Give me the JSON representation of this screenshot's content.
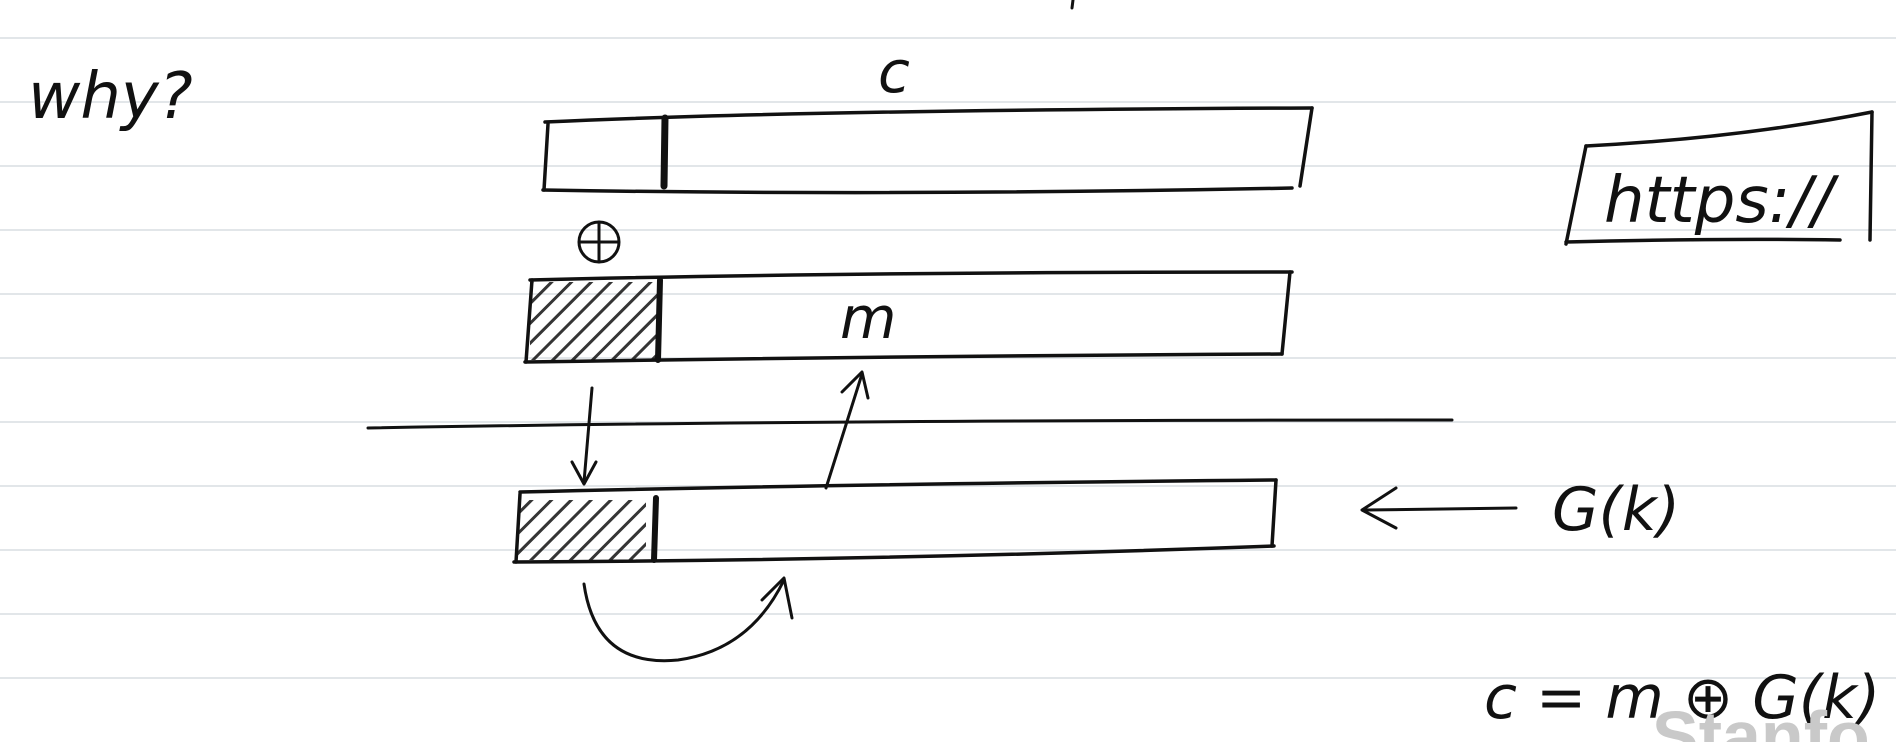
{
  "note": {
    "question": "why?",
    "label_top_bar": "c",
    "label_xor": "⊕",
    "label_middle_bar": "m",
    "label_url": "https://",
    "label_generator": "G(k)",
    "equation": "c = m ⊕ G(k)",
    "watermark": "Stanfo"
  },
  "colors": {
    "ink": "#111111",
    "ruled_lines": "#d9dde2",
    "background": "#ffffff"
  }
}
